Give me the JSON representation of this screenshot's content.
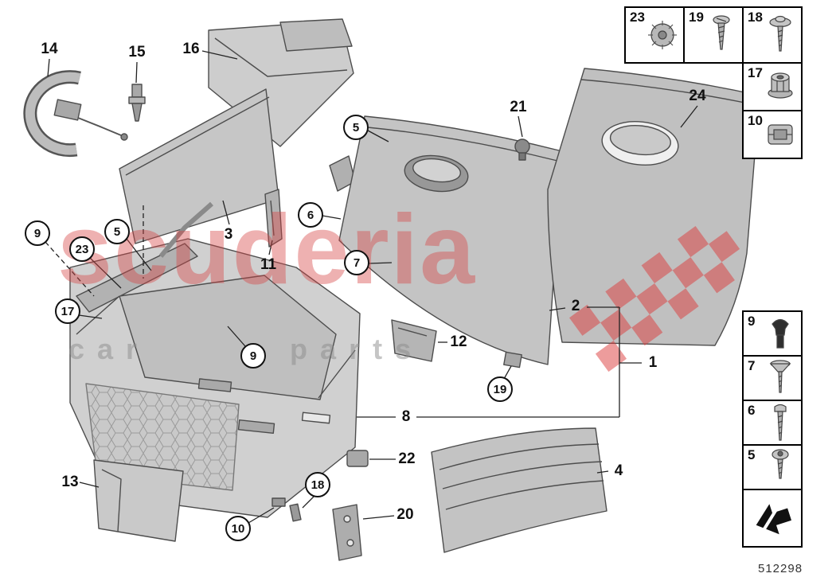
{
  "watermark": {
    "brand": "scuderia",
    "tagline": "car parts",
    "accent_color": "#d64545"
  },
  "diagram": {
    "code": "512298",
    "subject": "glove box exploded parts diagram"
  },
  "parts": {
    "1": "1",
    "2": "2",
    "3": "3",
    "4": "4",
    "5": "5",
    "6": "6",
    "7": "7",
    "8": "8",
    "9": "9",
    "10": "10",
    "11": "11",
    "12": "12",
    "13": "13",
    "14": "14",
    "15": "15",
    "16": "16",
    "17": "17",
    "18": "18",
    "19": "19",
    "20": "20",
    "21": "21",
    "22": "22",
    "23": "23",
    "24": "24"
  },
  "legend": {
    "top_row": [
      {
        "num": "23",
        "icon": "spring-clip-nut-icon"
      },
      {
        "num": "19",
        "icon": "tapping-screw-icon"
      },
      {
        "num": "18",
        "icon": "washer-screw-icon"
      }
    ],
    "right_top": [
      {
        "num": "17",
        "icon": "flange-nut-icon"
      },
      {
        "num": "10",
        "icon": "sheet-metal-clip-icon"
      }
    ],
    "right_bottom": [
      {
        "num": "9",
        "icon": "expanding-rivet-icon"
      },
      {
        "num": "7",
        "icon": "countersunk-screw-icon"
      },
      {
        "num": "6",
        "icon": "pan-head-screw-icon"
      },
      {
        "num": "5",
        "icon": "torx-screw-icon"
      },
      {
        "num": "",
        "icon": "direction-arrow-icon"
      }
    ]
  }
}
